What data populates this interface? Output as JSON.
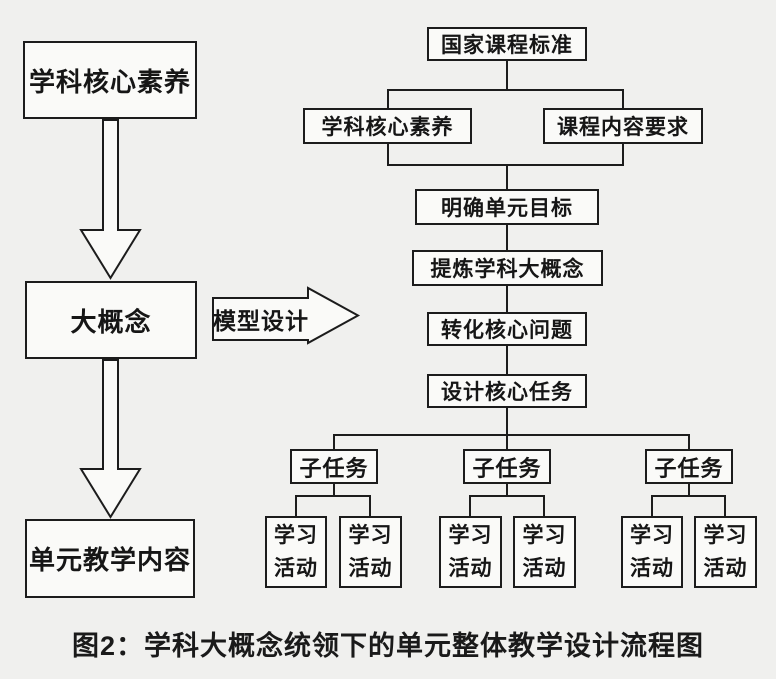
{
  "caption": "图2：学科大概念统领下的单元整体教学设计流程图",
  "left_flow": {
    "box1": "学科核心素养",
    "box2": "大概念",
    "box3": "单元教学内容"
  },
  "model_arrow": {
    "label": "模型设计"
  },
  "right_flow": {
    "root": "国家课程标准",
    "branch_left": "学科核心素养",
    "branch_right": "课程内容要求",
    "steps": [
      "明确单元目标",
      "提炼学科大概念",
      "转化核心问题",
      "设计核心任务"
    ],
    "subtask_label": "子任务",
    "activity_label_line1": "学习",
    "activity_label_line2": "活动"
  },
  "colors": {
    "background": "#f0f0ee",
    "box_fill": "#fafaf8",
    "line": "#1c1c1c",
    "text": "#161616"
  }
}
